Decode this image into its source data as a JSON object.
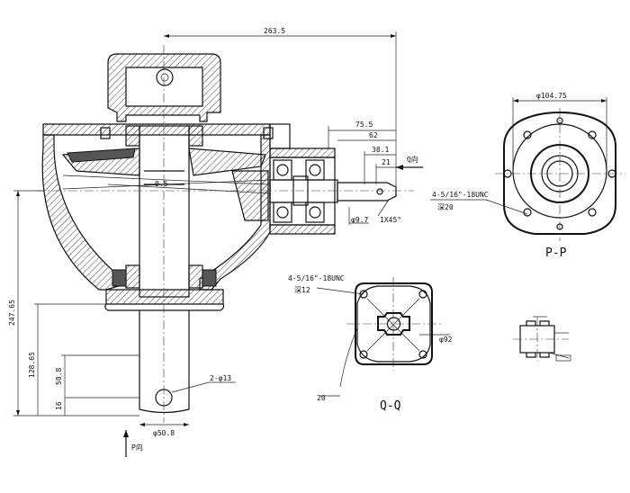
{
  "dimensions": {
    "top_width": "263.5",
    "right_75": "75.5",
    "right_62": "62",
    "right_38": "38.1",
    "right_21": "21",
    "phi_9_7": "φ9.7",
    "chamfer": "1X45°",
    "small_05": "0.5",
    "height_247": "247.65",
    "height_128": "128.65",
    "height_50": "50.8",
    "height_16": "16",
    "holes_2x13": "2-φ13",
    "shaft_dia": "φ50.8",
    "pp_dia": "φ104.75",
    "qq_dia": "φ92",
    "qq_20": "20"
  },
  "notes": {
    "thread_pp_line1": "4-5/16\"-18UNC",
    "thread_pp_line2": "深20",
    "thread_qq_line1": "4-5/16\"-18UNC",
    "thread_qq_line2": "深12"
  },
  "views": {
    "q_arrow": "Q向",
    "p_arrow": "P向",
    "pp": "P-P",
    "qq": "Q-Q"
  }
}
